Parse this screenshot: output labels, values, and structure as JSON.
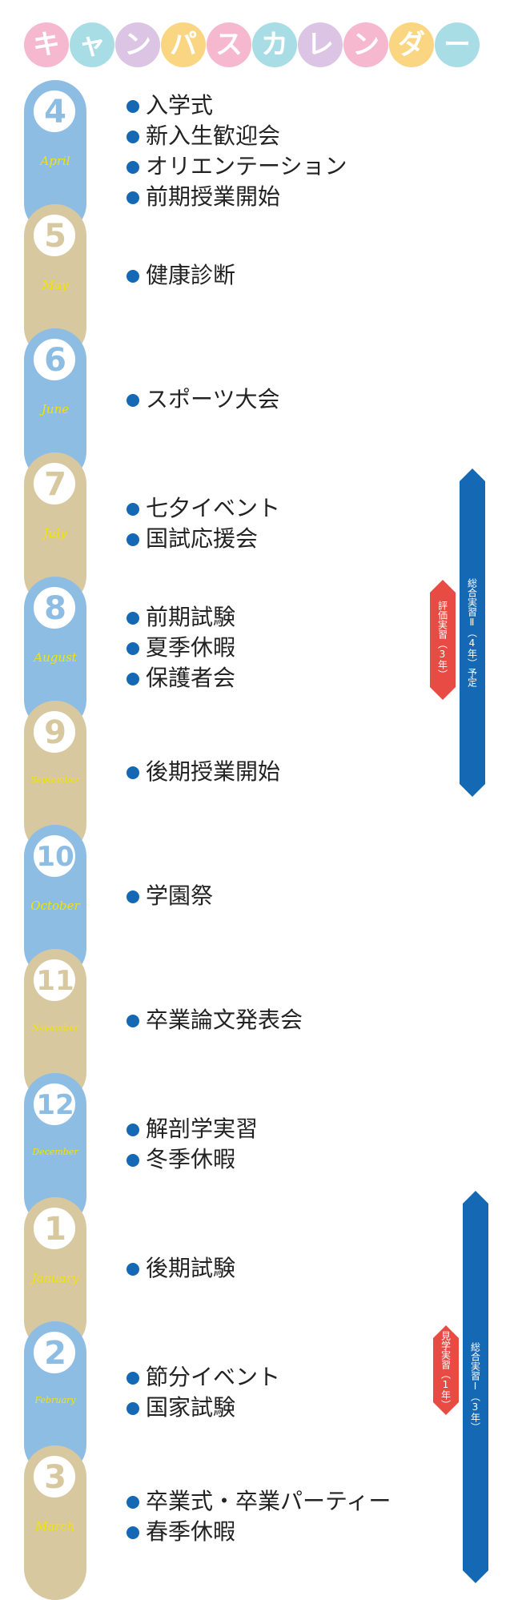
{
  "title": {
    "chars": [
      "キ",
      "ャ",
      "ン",
      "パ",
      "ス",
      "カ",
      "レ",
      "ン",
      "ダ",
      "ー"
    ],
    "colors": [
      "#f6b8cf",
      "#a9dde6",
      "#dcc4e4",
      "#fbd682",
      "#f6b8cf",
      "#a9dde6",
      "#dcc4e4",
      "#f6b8cf",
      "#fbd682",
      "#a9dde6"
    ]
  },
  "colors": {
    "blue_segment": "#8ebde4",
    "tan_segment": "#d7c8a0",
    "dot": "#1468b4",
    "bar_blue": "#1468b4",
    "bar_red": "#e74b43",
    "month_name": "#f2e400"
  },
  "months": [
    {
      "num": "4",
      "name": "April",
      "tone": "blue"
    },
    {
      "num": "5",
      "name": "May",
      "tone": "tan"
    },
    {
      "num": "6",
      "name": "June",
      "tone": "blue"
    },
    {
      "num": "7",
      "name": "July",
      "tone": "tan"
    },
    {
      "num": "8",
      "name": "August",
      "tone": "blue"
    },
    {
      "num": "9",
      "name": "September",
      "tone": "tan"
    },
    {
      "num": "10",
      "name": "October",
      "tone": "blue"
    },
    {
      "num": "11",
      "name": "November",
      "tone": "tan"
    },
    {
      "num": "12",
      "name": "December",
      "tone": "blue"
    },
    {
      "num": "1",
      "name": "January",
      "tone": "tan"
    },
    {
      "num": "2",
      "name": "February",
      "tone": "blue"
    },
    {
      "num": "3",
      "name": "March",
      "tone": "tan"
    }
  ],
  "events": [
    [
      "入学式",
      "新入生歓迎会",
      "オリエンテーション",
      "前期授業開始"
    ],
    [
      "健康診断"
    ],
    [
      "スポーツ大会"
    ],
    [
      "七夕イベント",
      "国試応援会"
    ],
    [
      "前期試験",
      "夏季休暇",
      "保護者会"
    ],
    [
      "後期授業開始"
    ],
    [
      "学園祭"
    ],
    [
      "卒業論文発表会"
    ],
    [
      "解剖学実習",
      "冬季休暇"
    ],
    [
      "後期試験"
    ],
    [
      "節分イベント",
      "国家試験"
    ],
    [
      "卒業式・卒業パーティー",
      "春季休暇"
    ]
  ],
  "bars": {
    "sogo2": "総合実習Ⅱ（4年）予定",
    "hyoka": "評価実習（3年）",
    "sogo1": "総合実習Ⅰ（3年）",
    "kengaku": "見学実習（1年）"
  }
}
